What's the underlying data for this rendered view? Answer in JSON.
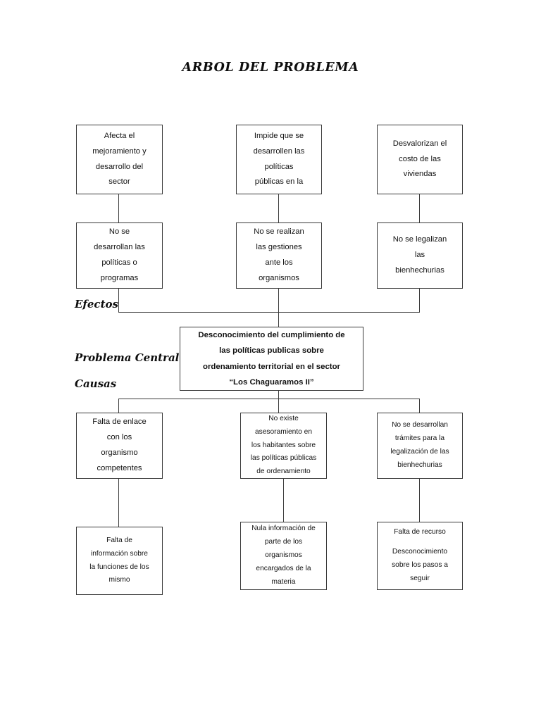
{
  "document": {
    "title": "ARBOL DEL PROBLEMA"
  },
  "side_labels": {
    "effects": "Efectos",
    "central_problem": "Problema Central",
    "causes": "Causas"
  },
  "colors": {
    "box_border": "#3a3a3a",
    "line": "#3a3a3a",
    "text": "#111111",
    "background": "#ffffff"
  },
  "chart_data": {
    "type": "diagram",
    "title": "ARBOL DEL PROBLEMA",
    "layout": "problem-tree",
    "sections": [
      "Efectos",
      "Problema Central",
      "Causas"
    ]
  },
  "effects_top_row": [
    {
      "id": "effect-top-1",
      "lines": [
        "Afecta el",
        "mejoramiento y",
        "desarrollo del",
        "sector"
      ]
    },
    {
      "id": "effect-top-2",
      "lines": [
        "Impide que se",
        "desarrollen las",
        "políticas",
        "públicas  en la"
      ]
    },
    {
      "id": "effect-top-3",
      "lines": [
        "Desvalorizan el",
        "costo de las",
        "viviendas"
      ]
    }
  ],
  "effects_second_row": [
    {
      "id": "effect-mid-1",
      "lines": [
        "No se",
        "desarrollan las",
        "políticas o",
        "programas"
      ]
    },
    {
      "id": "effect-mid-2",
      "lines": [
        "No se realizan",
        "las gestiones",
        "ante los",
        "organismos"
      ]
    },
    {
      "id": "effect-mid-3",
      "lines": [
        "No se legalizan",
        "las",
        "bienhechurias"
      ]
    }
  ],
  "central_problem": {
    "id": "central-problem",
    "lines": [
      "Desconocimiento del cumplimiento de",
      "las políticas publicas sobre",
      "ordenamiento territorial en el  sector",
      "“Los Chaguaramos II”"
    ]
  },
  "causes_first_row": [
    {
      "id": "cause-1",
      "lines": [
        "Falta de enlace",
        "con los",
        "organismo",
        "competentes"
      ]
    },
    {
      "id": "cause-2",
      "lines": [
        "No existe",
        "asesoramiento en",
        "los habitantes sobre",
        "las políticas públicas",
        "de ordenamiento"
      ]
    },
    {
      "id": "cause-3",
      "lines": [
        "No se desarrollan",
        "trámites para la",
        "legalización de las",
        "bienhechurias"
      ]
    }
  ],
  "causes_second_row": [
    {
      "id": "cause-sub-1",
      "lines": [
        "Falta de",
        "información sobre",
        "la funciones de los",
        "mismo"
      ]
    },
    {
      "id": "cause-sub-2",
      "lines": [
        "Nula información de",
        "parte de los",
        "organismos",
        "encargados de la",
        "materia"
      ]
    },
    {
      "id": "cause-sub-3",
      "lines": [
        "Falta de recurso",
        "",
        "Desconocimiento",
        "sobre los pasos a",
        "seguir"
      ]
    }
  ]
}
